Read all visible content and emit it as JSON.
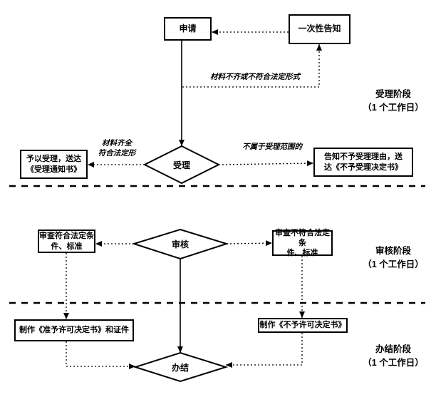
{
  "diagram": {
    "nodes": {
      "apply": "申请",
      "one_time_notice": "一次性告知",
      "accept": "受理",
      "review": "审核",
      "finish": "办结",
      "accept_yes": {
        "line1": "予以受理，送达",
        "line2": "《受理通知书》"
      },
      "accept_no": {
        "line1": "告知不予受理理由，送",
        "line2": "达《不予受理决定书》"
      },
      "review_pass": {
        "line1": "审查符合法定条",
        "line2": "件、标准"
      },
      "review_fail": {
        "line1": "审查不符合法定条",
        "line2": "件、标准"
      },
      "make_license": "制作《准予许可决定书》和证件",
      "make_denial": "制作《不予许可决定书》"
    },
    "annotations": {
      "materials_incomplete": "材料不齐或不符合法定形式",
      "materials_ok_line1": "材料齐全",
      "materials_ok_line2": "符合法定形",
      "out_of_scope": "不属于受理范围的"
    },
    "stages": [
      {
        "name": "受理阶段",
        "duration": "（1 个工作日）"
      },
      {
        "name": "审核阶段",
        "duration": "（1 个工作日）"
      },
      {
        "name": "办结阶段",
        "duration": "（1 个工作日）"
      }
    ],
    "colors": {
      "line": "#000000",
      "background": "#ffffff"
    }
  }
}
